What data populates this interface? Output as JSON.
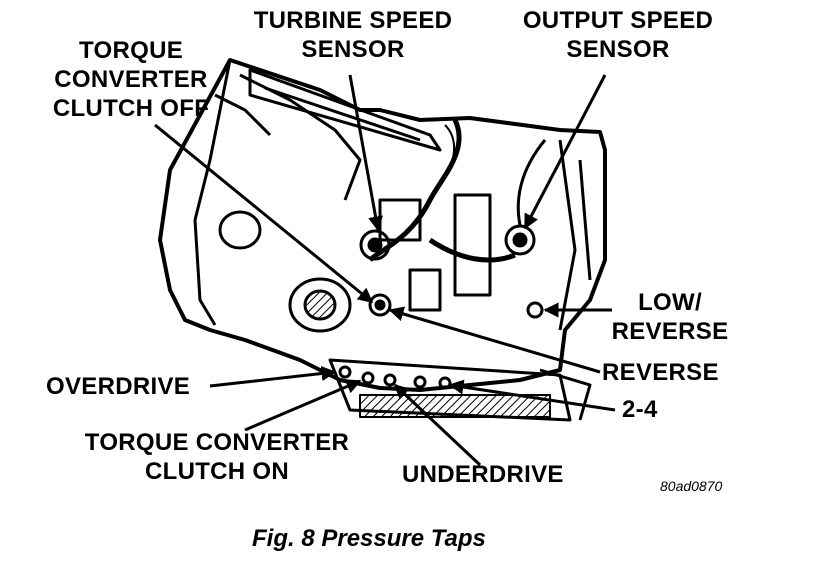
{
  "labels": {
    "turbine_speed_sensor": [
      "TURBINE SPEED",
      "SENSOR"
    ],
    "output_speed_sensor": [
      "OUTPUT SPEED",
      "SENSOR"
    ],
    "torque_converter_clutch_off": [
      "TORQUE",
      "CONVERTER",
      "CLUTCH OFF"
    ],
    "low_reverse": [
      "LOW/",
      "REVERSE"
    ],
    "reverse": "REVERSE",
    "overdrive": "OVERDRIVE",
    "two_four": "2-4",
    "torque_converter_clutch_on": [
      "TORQUE CONVERTER",
      "CLUTCH ON"
    ],
    "underdrive": "UNDERDRIVE"
  },
  "figure_code": "80ad0870",
  "caption": "Fig. 8 Pressure Taps"
}
